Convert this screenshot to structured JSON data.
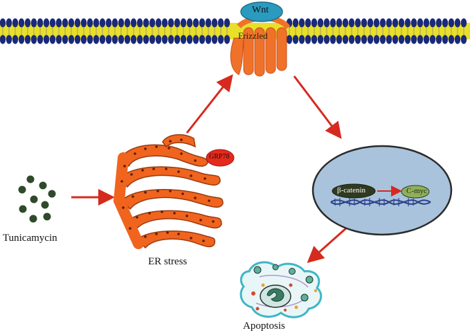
{
  "labels": {
    "wnt": "Wnt",
    "frizzled": "Frizzled",
    "grp78": "GRP78",
    "beta_catenin": "β-catenin",
    "c_myc": "C-myc",
    "tunicamycin": "Tunicamycin",
    "er_stress": "ER stress",
    "apoptosis": "Apoptosis"
  },
  "colors": {
    "membrane_head": "#1b2a78",
    "membrane_tail": "#e8df2a",
    "frizzled": "#f0722a",
    "wnt": "#2a9bbf",
    "er": "#f0641e",
    "grp78": "#e52a1c",
    "nucleus": "#a9c3dd",
    "beta_catenin": "#2f3a20",
    "c_myc": "#8fb05a",
    "tunicamycin": "#2f4a2a",
    "arrow": "#d62a1e",
    "dna": "#2b3f8a",
    "cell_outline": "#3fb6c6"
  },
  "icons": {
    "membrane": "lipid-bilayer-icon",
    "receptor": "frizzled-receptor-icon",
    "er": "endoplasmic-reticulum-icon",
    "nucleus": "nucleus-icon",
    "dna": "dna-helix-icon",
    "apoptotic_cell": "apoptotic-cell-icon",
    "drug": "tunicamycin-dots-icon"
  }
}
